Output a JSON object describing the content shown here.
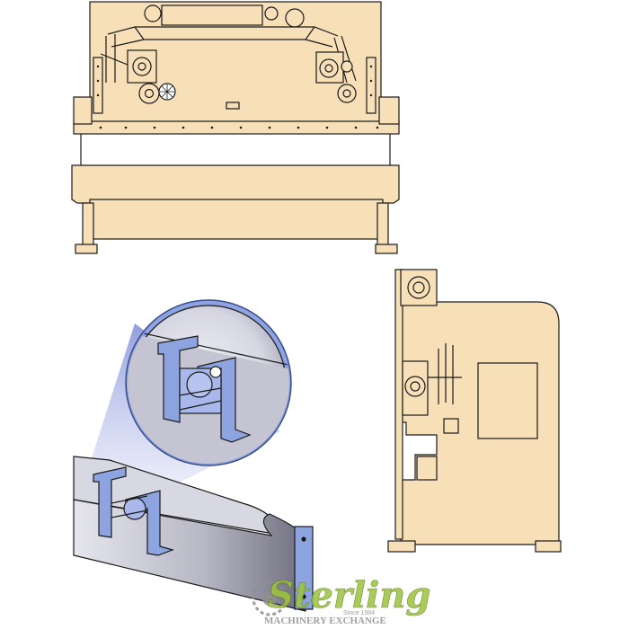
{
  "colors": {
    "machine_fill": "#f7dfb8",
    "outline": "#1a1a1a",
    "detail_blue": "#8da4e0",
    "detail_blue_dark": "#5b6fb8",
    "bed_grey": "#9a9aa8",
    "bed_grey_light": "#e4e4ec",
    "logo_green": "#9bc43c",
    "logo_grey": "#8f8f8f",
    "background": "#ffffff"
  },
  "views": {
    "front": "front-elevation",
    "side": "side-elevation",
    "detail": "magnified-detail-of-gauge-bracket"
  },
  "logo": {
    "name": "Sterling",
    "subtitle": "MACHINERY EXCHANGE",
    "since": "Since 1984"
  }
}
